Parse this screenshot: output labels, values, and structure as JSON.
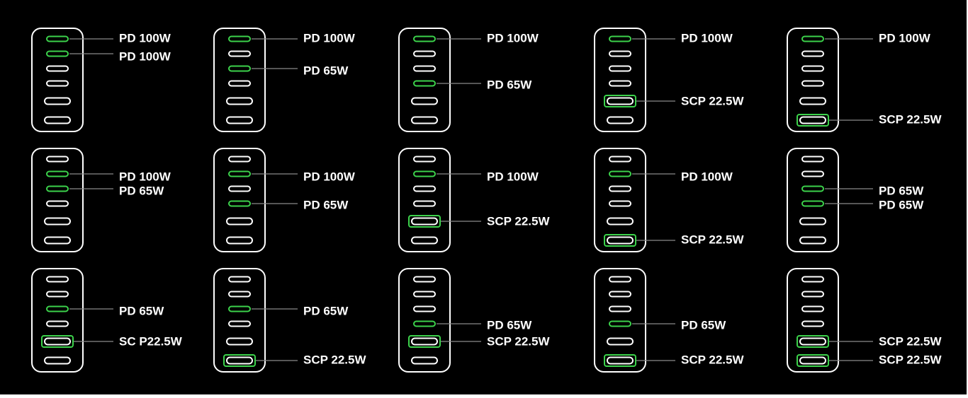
{
  "colors": {
    "background": "#000000",
    "outline": "#ffffff",
    "active": "#3cd24b",
    "leader": "#8a8a8a"
  },
  "port_types": [
    "usb-c",
    "usb-c",
    "usb-c",
    "usb-c",
    "usb-a",
    "usb-a"
  ],
  "configurations": [
    {
      "active_ports": [
        0,
        1
      ],
      "labels": [
        {
          "port": 0,
          "text": "PD 100W"
        },
        {
          "port": 1,
          "text": "PD 100W"
        }
      ]
    },
    {
      "active_ports": [
        0,
        2
      ],
      "labels": [
        {
          "port": 0,
          "text": "PD 100W"
        },
        {
          "port": 2,
          "text": "PD 65W"
        }
      ]
    },
    {
      "active_ports": [
        0,
        3
      ],
      "labels": [
        {
          "port": 0,
          "text": "PD 100W"
        },
        {
          "port": 3,
          "text": "PD 65W"
        }
      ]
    },
    {
      "active_ports": [
        0,
        4
      ],
      "labels": [
        {
          "port": 0,
          "text": "PD 100W"
        },
        {
          "port": 4,
          "text": "SCP 22.5W"
        }
      ]
    },
    {
      "active_ports": [
        0,
        5
      ],
      "labels": [
        {
          "port": 0,
          "text": "PD 100W"
        },
        {
          "port": 5,
          "text": "SCP 22.5W"
        }
      ]
    },
    {
      "active_ports": [
        1,
        2
      ],
      "labels": [
        {
          "port": 1,
          "text": "PD 100W"
        },
        {
          "port": 2,
          "text": "PD 65W"
        }
      ]
    },
    {
      "active_ports": [
        1,
        3
      ],
      "labels": [
        {
          "port": 1,
          "text": "PD 100W"
        },
        {
          "port": 3,
          "text": "PD 65W"
        }
      ]
    },
    {
      "active_ports": [
        1,
        4
      ],
      "labels": [
        {
          "port": 1,
          "text": "PD 100W"
        },
        {
          "port": 4,
          "text": "SCP 22.5W"
        }
      ]
    },
    {
      "active_ports": [
        1,
        5
      ],
      "labels": [
        {
          "port": 1,
          "text": "PD 100W"
        },
        {
          "port": 5,
          "text": "SCP 22.5W"
        }
      ]
    },
    {
      "active_ports": [
        2,
        3
      ],
      "labels": [
        {
          "port": 2,
          "text": "PD 65W"
        },
        {
          "port": 3,
          "text": "PD 65W"
        }
      ]
    },
    {
      "active_ports": [
        2,
        4
      ],
      "labels": [
        {
          "port": 2,
          "text": "PD 65W"
        },
        {
          "port": 4,
          "text": "SC P22.5W"
        }
      ]
    },
    {
      "active_ports": [
        2,
        5
      ],
      "labels": [
        {
          "port": 2,
          "text": "PD 65W"
        },
        {
          "port": 5,
          "text": "SCP 22.5W"
        }
      ]
    },
    {
      "active_ports": [
        3,
        4
      ],
      "labels": [
        {
          "port": 3,
          "text": "PD 65W"
        },
        {
          "port": 4,
          "text": "SCP 22.5W"
        }
      ]
    },
    {
      "active_ports": [
        3,
        5
      ],
      "labels": [
        {
          "port": 3,
          "text": "PD 65W"
        },
        {
          "port": 5,
          "text": "SCP 22.5W"
        }
      ]
    },
    {
      "active_ports": [
        4,
        5
      ],
      "labels": [
        {
          "port": 4,
          "text": "SCP 22.5W"
        },
        {
          "port": 5,
          "text": "SCP 22.5W"
        }
      ]
    }
  ]
}
